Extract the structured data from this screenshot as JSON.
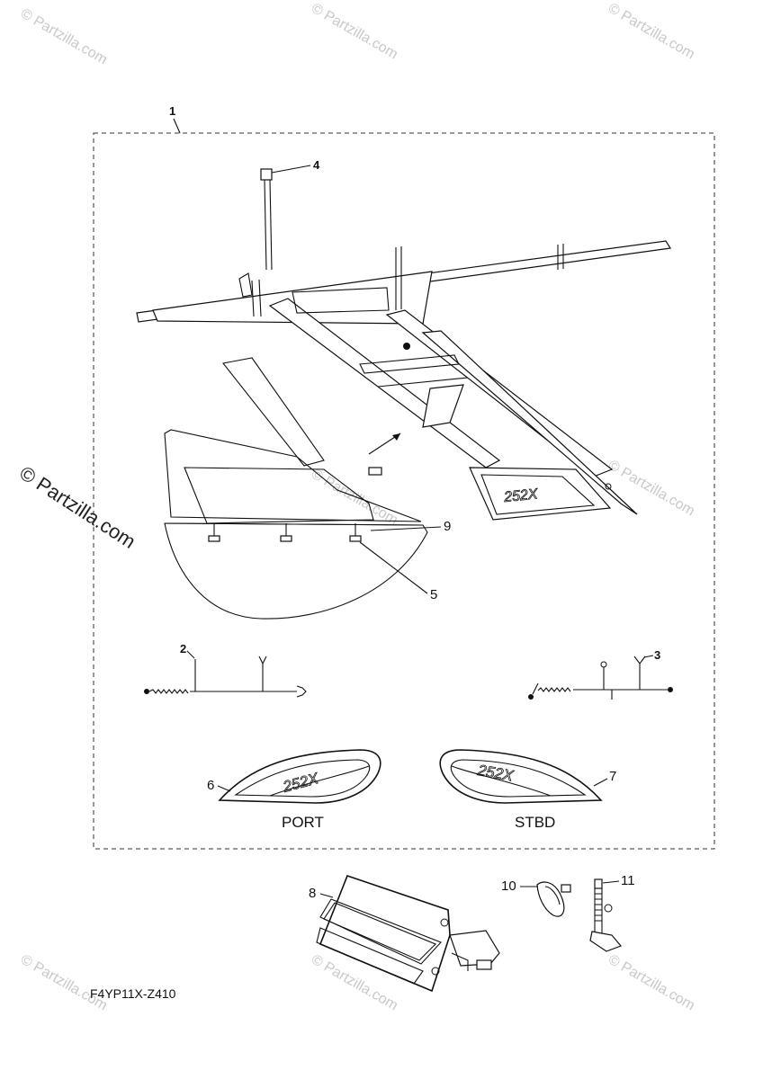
{
  "figure_code": "F4YP11X-Z410",
  "watermark": {
    "small": "© Partzilla.com",
    "large": "© Partzilla.com"
  },
  "callouts": {
    "c1": "1",
    "c2": "2",
    "c3": "3",
    "c4": "4",
    "c5": "5",
    "c6": "6",
    "c7": "7",
    "c8": "8",
    "c9": "9",
    "c10": "10",
    "c11": "11"
  },
  "decal_text": "252X",
  "labels": {
    "port": "PORT",
    "stbd": "STBD"
  },
  "icons": [
    "tower-icon",
    "wiring-harness-icon",
    "decal-icon",
    "board-rack-icon",
    "mirror-icon",
    "bracket-icon"
  ]
}
